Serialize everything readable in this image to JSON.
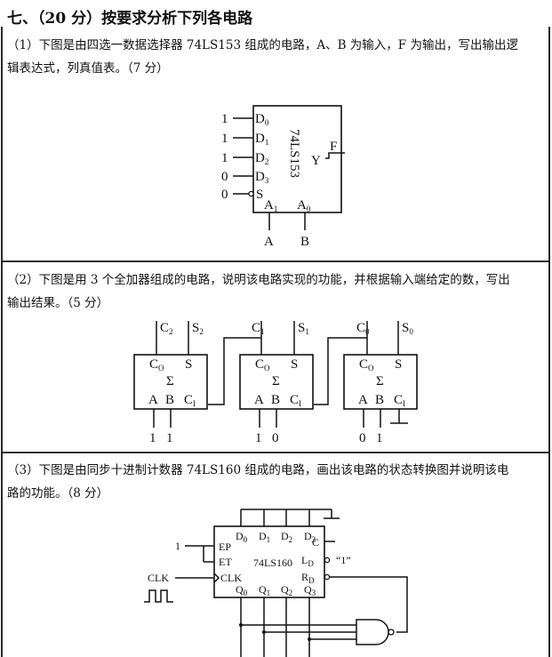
{
  "section": {
    "title": "七、（20 分）按要求分析下列各电路"
  },
  "q1": {
    "line1": "（1）下图是由四选一数据选择器 74LS153 组成的电路，A、B 为输入，F 为输出，写出输出逻",
    "line2": "辑表达式，列真值表。（7 分）",
    "chip": "74LS153",
    "pins": {
      "d0": "D",
      "d1": "D",
      "d2": "D",
      "d3": "D",
      "s": "S",
      "y": "Y",
      "a1": "A",
      "a0": "A"
    },
    "subs": {
      "d0": "0",
      "d1": "1",
      "d2": "2",
      "d3": "3",
      "a1": "1",
      "a0": "0"
    },
    "inputs": {
      "d0": "1",
      "d1": "1",
      "d2": "1",
      "d3": "0",
      "s": "0"
    },
    "output": "F",
    "bottom": {
      "a": "A",
      "b": "B"
    }
  },
  "q2": {
    "line1": "（2）下图是用 3 个全加器组成的电路，说明该电路实现的功能，并根据输入端给定的数，写出",
    "line2": "输出结果。（5 分）",
    "adder": {
      "co": "C",
      "co_sub": "O",
      "s": "S",
      "sigma": "Σ",
      "a": "A",
      "b": "B",
      "ci": "C",
      "ci_sub": "I"
    },
    "left": {
      "c": "C",
      "c_sub": "2",
      "s": "S",
      "s_sub": "2",
      "in_a": "1",
      "in_b": "1"
    },
    "mid": {
      "c": "C",
      "c_sub": "1",
      "s": "S",
      "s_sub": "1",
      "in_a": "1",
      "in_b": "0"
    },
    "right": {
      "c": "C",
      "c_sub": "0",
      "s": "S",
      "s_sub": "0",
      "in_a": "0",
      "in_b": "1"
    }
  },
  "q3": {
    "line1": "（3）下图是由同步十进制计数器 74LS160 组成的电路，画出该电路的状态转换图并说明该电",
    "line2": "路的功能。（8 分）",
    "chip": "74LS160",
    "ep_in": "1",
    "pins": {
      "ep": "EP",
      "et": "ET",
      "clk": "CLK",
      "c": "C",
      "ld": "L",
      "ld_sub": "D",
      "rd": "R",
      "rd_sub": "D",
      "d": "D",
      "q": "Q",
      "n0": "0",
      "n1": "1",
      "n2": "2",
      "n3": "3"
    },
    "clk_label": "CLK",
    "ld_value": "“1”"
  }
}
